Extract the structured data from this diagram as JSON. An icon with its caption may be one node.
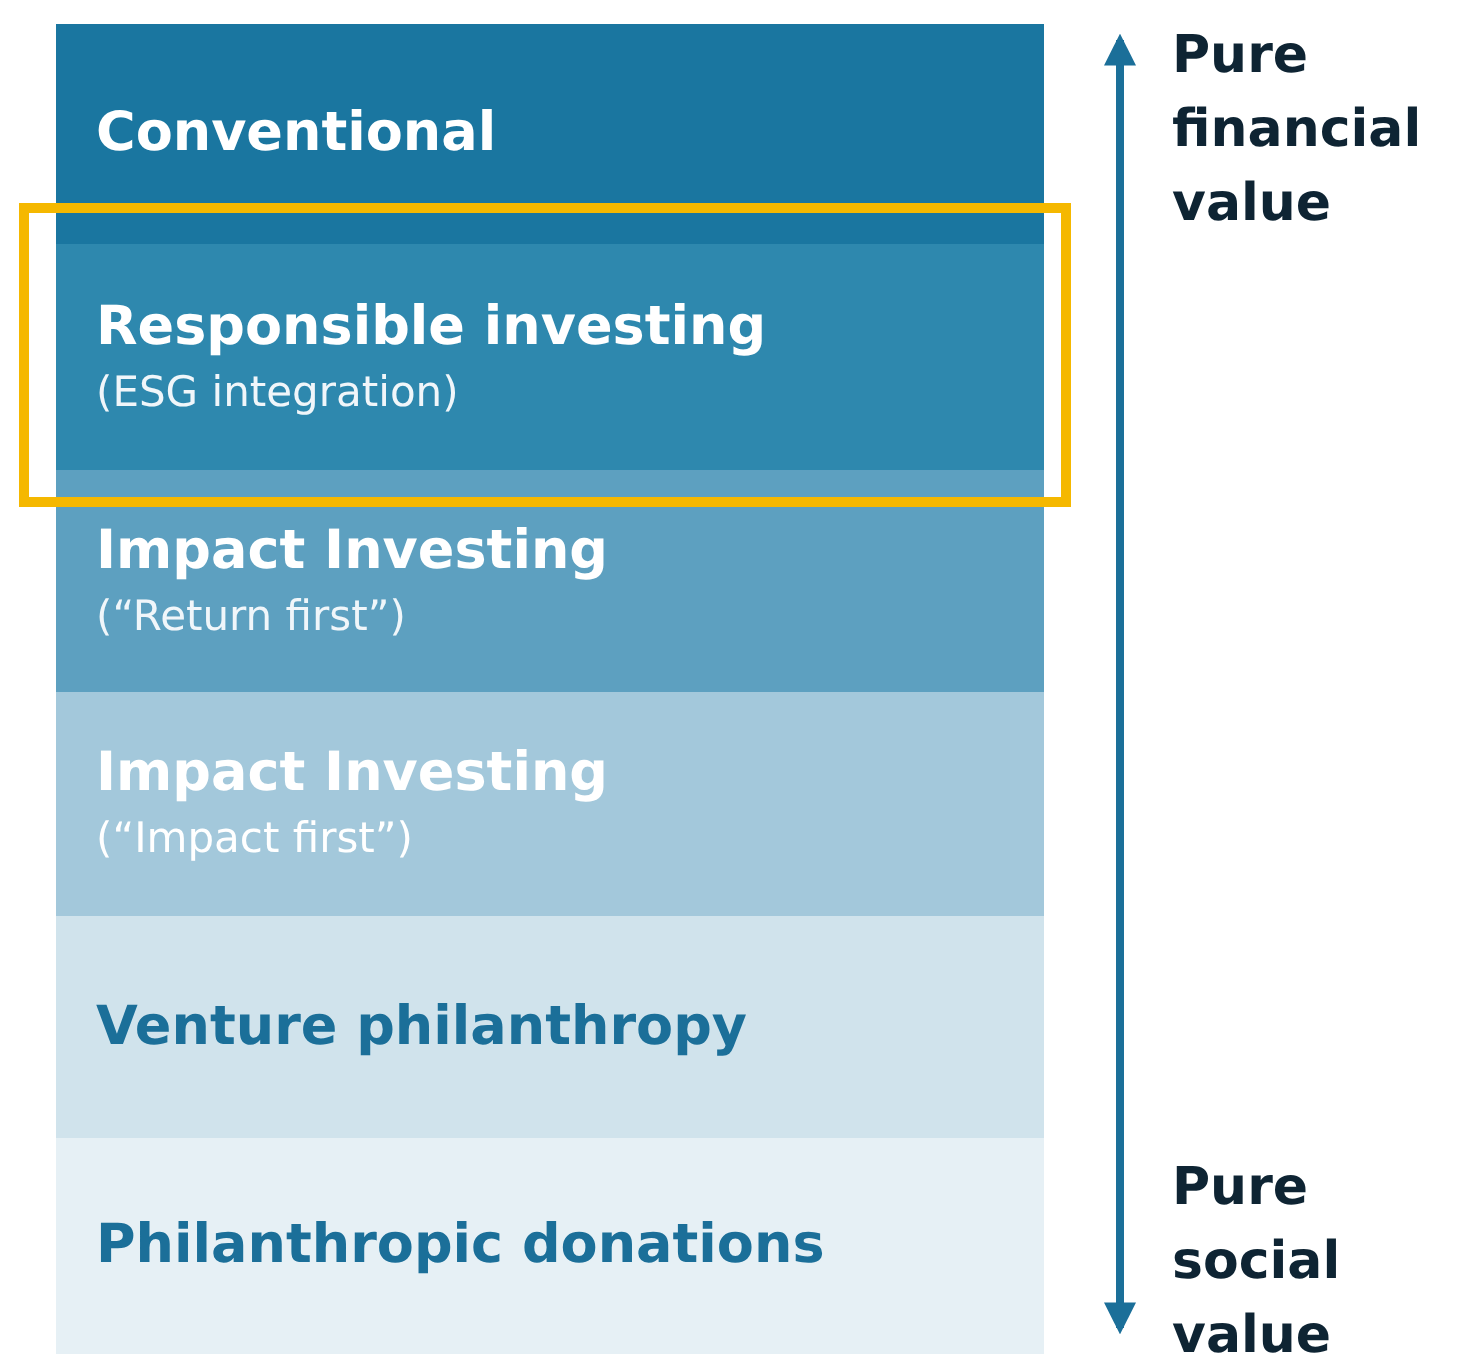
{
  "diagram": {
    "nodes": [
      {
        "text": [
          "Conventional"
        ]
      },
      {
        "text": [
          "Responsible investing",
          "(ESG integration)"
        ]
      },
      {
        "text": [
          "Impact Investing",
          "(“Return first”)"
        ]
      },
      {
        "text": [
          "Impact Investing",
          "(“Impact first”)"
        ]
      },
      {
        "text": [
          "Venture philanthropy"
        ]
      },
      {
        "text": [
          "Philanthropic donations"
        ]
      }
    ],
    "labels": [
      "Pure financial value",
      "Pure social value"
    ]
  }
}
